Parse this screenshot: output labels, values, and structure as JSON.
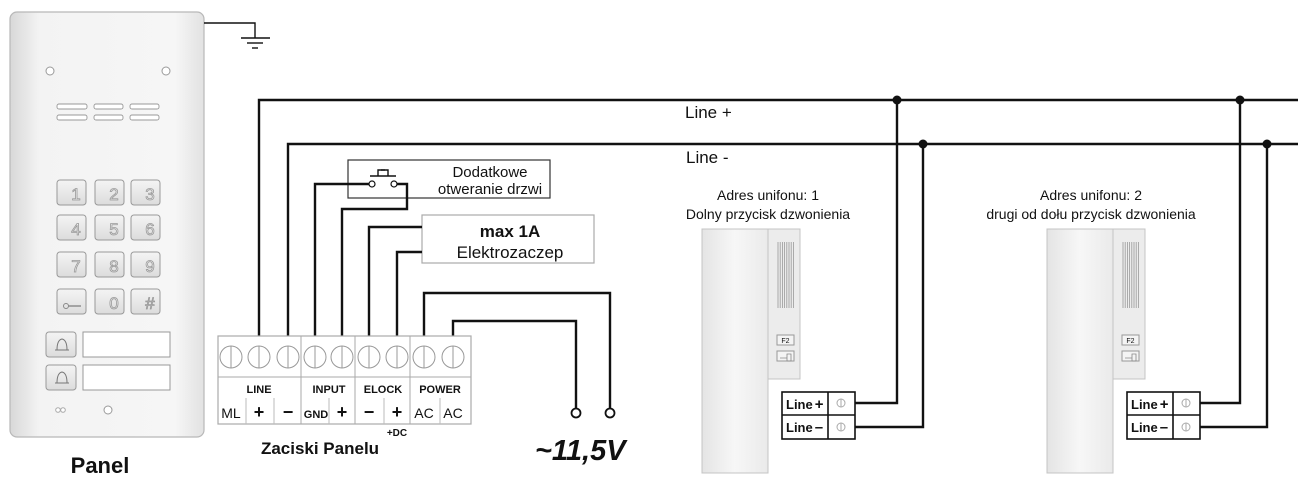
{
  "panel": {
    "title": "Panel",
    "keypad": [
      "1",
      "2",
      "3",
      "4",
      "5",
      "6",
      "7",
      "8",
      "9",
      "key",
      "0",
      "#"
    ],
    "call_buttons": 2
  },
  "ground": {
    "symbol": "ground-icon"
  },
  "bus": {
    "line_plus": "Line +",
    "line_minus": "Line -"
  },
  "extra_button": {
    "line1": "Dodatkowe",
    "line2": "otweranie drzwi"
  },
  "elock": {
    "line1": "max 1A",
    "line2": "Elektrozaczep"
  },
  "terminals": {
    "title": "Zaciski Panelu",
    "groups": [
      {
        "name": "LINE",
        "pins": [
          "ML",
          "+",
          "−"
        ]
      },
      {
        "name": "INPUT",
        "pins": [
          "GND",
          "+"
        ]
      },
      {
        "name": "ELOCK",
        "pins": [
          "−",
          "+"
        ]
      },
      {
        "name": "POWER",
        "pins": [
          "AC",
          "AC"
        ]
      }
    ],
    "dc_note": "+DC"
  },
  "power": {
    "voltage": "~11,5V"
  },
  "unifons": [
    {
      "address": "Adres unifonu: 1",
      "button": "Dolny przycisk dzwonienia",
      "f2": "F2",
      "term_plus": "Line",
      "term_minus": "Line"
    },
    {
      "address": "Adres unifonu: 2",
      "button": "drugi od dołu przycisk dzwonienia",
      "f2": "F2",
      "term_plus": "Line",
      "term_minus": "Line"
    }
  ]
}
